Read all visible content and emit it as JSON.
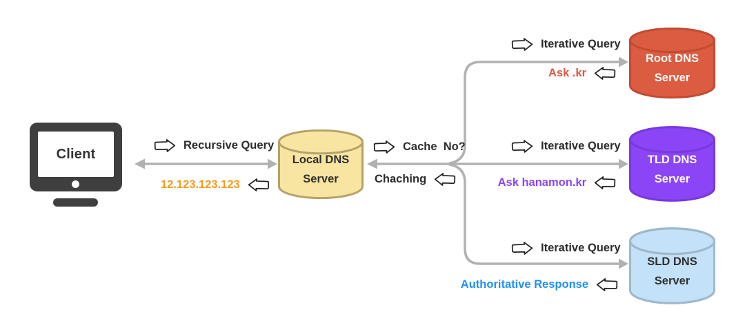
{
  "client": {
    "label": "Client"
  },
  "local_server": {
    "line1": "Local DNS",
    "line2": "Server",
    "fill": "#F8E5A1",
    "border": "#B5A267",
    "text_color": "#2f2f2f"
  },
  "servers": [
    {
      "id": "root",
      "line1": "Root DNS",
      "line2": "Server",
      "fill": "#DC5C41",
      "border": "#C14B33",
      "text_color": "#ffffff",
      "query_label": "Iterative Query",
      "response_label": "Ask .kr",
      "response_color": "#E05640"
    },
    {
      "id": "tld",
      "line1": "TLD DNS",
      "line2": "Server",
      "fill": "#8B45F7",
      "border": "#7939DD",
      "text_color": "#ffffff",
      "query_label": "Iterative Query",
      "response_label": "Ask hanamon.kr",
      "response_color": "#8B45F7"
    },
    {
      "id": "sld",
      "line1": "SLD DNS",
      "line2": "Server",
      "fill": "#C3E1F8",
      "border": "#9FB9CB",
      "text_color": "#2f2f2f",
      "query_label": "Iterative Query",
      "response_label": "Authoritative Response",
      "response_color": "#1E90F5"
    }
  ],
  "edges": {
    "recursive_query": "Recursive Query",
    "client_response": "12.123.123.123",
    "client_response_color": "#F89B1C",
    "cache_label": "Cache  No?",
    "caching_label": "Chaching"
  },
  "colors": {
    "connector": "#B1B1B1",
    "label_text": "#2b2b2b",
    "monitor": "#3f3f3f",
    "arrow_icon_stroke": "#1e1e1e"
  }
}
